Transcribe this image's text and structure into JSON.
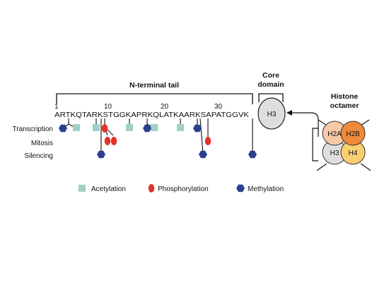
{
  "labels": {
    "n_terminal_tail": "N-terminal tail",
    "core_domain_line1": "Core",
    "core_domain_line2": "domain",
    "histone_octamer_line1": "Histone",
    "histone_octamer_line2": "octamer",
    "core_h3": "H3"
  },
  "sequence": "ARTKQTARKSTGGKAPRKQLATKAARKSAPATGGVK",
  "position_ticks": [
    "1",
    "10",
    "20",
    "30"
  ],
  "rows": {
    "transcription": "Transcription",
    "mitosis": "Mitosis",
    "silencing": "Silencing"
  },
  "octamer": {
    "h2a": "H2A",
    "h2b": "H2B",
    "h3": "H3",
    "h4": "H4"
  },
  "legend": {
    "acetylation": "Acetylation",
    "phosphorylation": "Phosphorylation",
    "methylation": "Methylation"
  },
  "colors": {
    "acetylation": "#9fd1c6",
    "phosphorylation": "#e4312b",
    "methylation": "#2b3f8f",
    "h2a": "#f6c9a7",
    "h2b": "#ee8a3c",
    "h3": "#dedede",
    "h4": "#f9cf72"
  }
}
